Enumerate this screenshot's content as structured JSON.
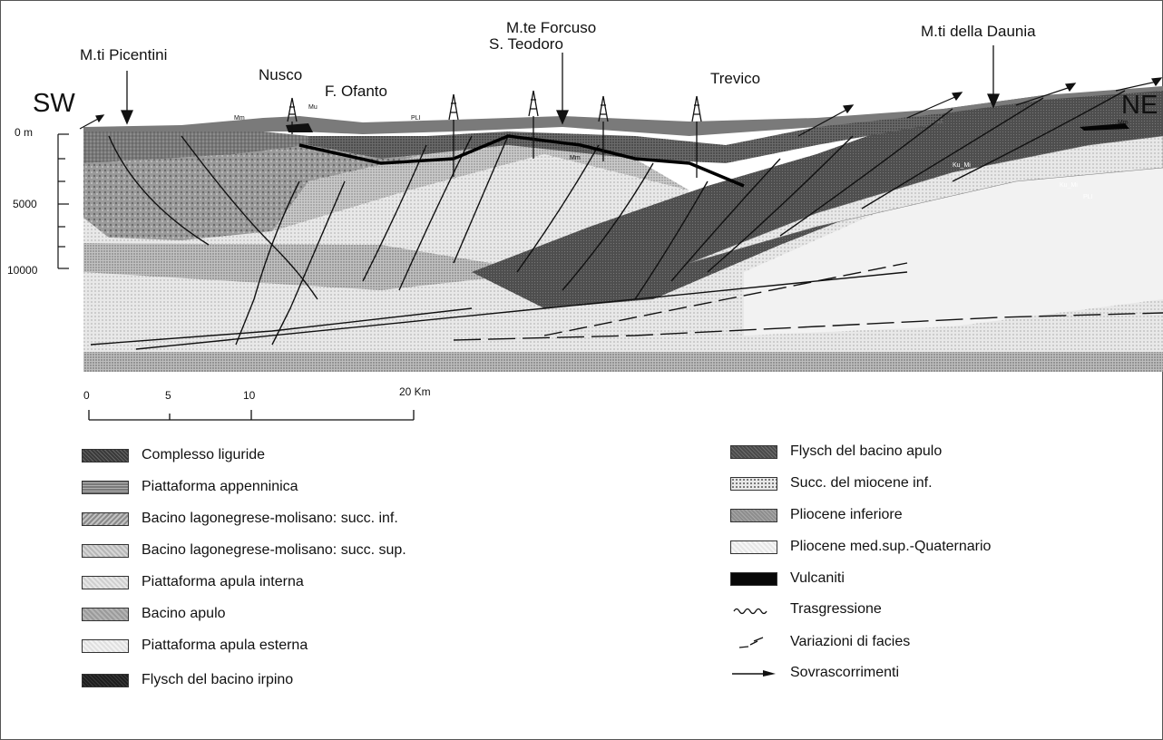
{
  "section": {
    "direction_left": "SW",
    "direction_right": "NE",
    "place_labels": [
      {
        "id": "picentini",
        "text": "M.ti Picentini"
      },
      {
        "id": "nusco",
        "text": "Nusco"
      },
      {
        "id": "ofanto",
        "text": "F. Ofanto"
      },
      {
        "id": "forcuso",
        "text": "M.te Forcuso"
      },
      {
        "id": "teodoro",
        "text": "S. Teodoro"
      },
      {
        "id": "trevico",
        "text": "Trevico"
      },
      {
        "id": "daunia",
        "text": "M.ti della Daunia"
      }
    ],
    "depth_axis": {
      "labels": [
        "0 m",
        "5000",
        "10000"
      ]
    },
    "unit_labels": [
      "Mm",
      "Mu",
      "PLI",
      "Mm",
      "Ku_Mi",
      "Ku_Mi",
      "PLI",
      "Mm"
    ]
  },
  "scale_bar": {
    "ticks": [
      "0",
      "5",
      "10",
      "20 Km"
    ]
  },
  "legend": {
    "left": [
      {
        "label": "Complesso liguride",
        "pattern": "liguride",
        "color": "#4a4a4a"
      },
      {
        "label": "Piattaforma appenninica",
        "pattern": "appenninica",
        "color": "#8a8a8a"
      },
      {
        "label": "Bacino lagonegrese-molisano: succ. inf.",
        "pattern": "lago-inf",
        "color": "#9a9a9a"
      },
      {
        "label": "Bacino lagonegrese-molisano: succ. sup.",
        "pattern": "lago-sup",
        "color": "#c4c4c4"
      },
      {
        "label": "Piattaforma apula interna",
        "pattern": "apula-int",
        "color": "#d8d8d8"
      },
      {
        "label": "Bacino apulo",
        "pattern": "bacino-apulo",
        "color": "#a6a6a6"
      },
      {
        "label": "Piattaforma apula esterna",
        "pattern": "apula-est",
        "color": "#e6e6e6"
      },
      {
        "label": "Flysch del bacino irpino",
        "pattern": "irpino",
        "color": "#2a2a2a"
      }
    ],
    "right": [
      {
        "label": "Flysch del bacino apulo",
        "pattern": "flysch-apulo",
        "color": "#5a5a5a"
      },
      {
        "label": "Succ. del miocene inf.",
        "pattern": "miocene",
        "color": "#dcdcdc"
      },
      {
        "label": "Pliocene inferiore",
        "pattern": "plio-inf",
        "color": "#9c9c9c"
      },
      {
        "label": "Pliocene med.sup.-Quaternario",
        "pattern": "plio-sup",
        "color": "#ececec"
      },
      {
        "label": "Vulcaniti",
        "pattern": "vulcaniti",
        "color": "#0a0a0a"
      },
      {
        "label": "Trasgressione",
        "symbol": "wave"
      },
      {
        "label": "Variazioni di facies",
        "symbol": "facies"
      },
      {
        "label": "Sovrascorrimenti",
        "symbol": "thrust"
      }
    ]
  }
}
